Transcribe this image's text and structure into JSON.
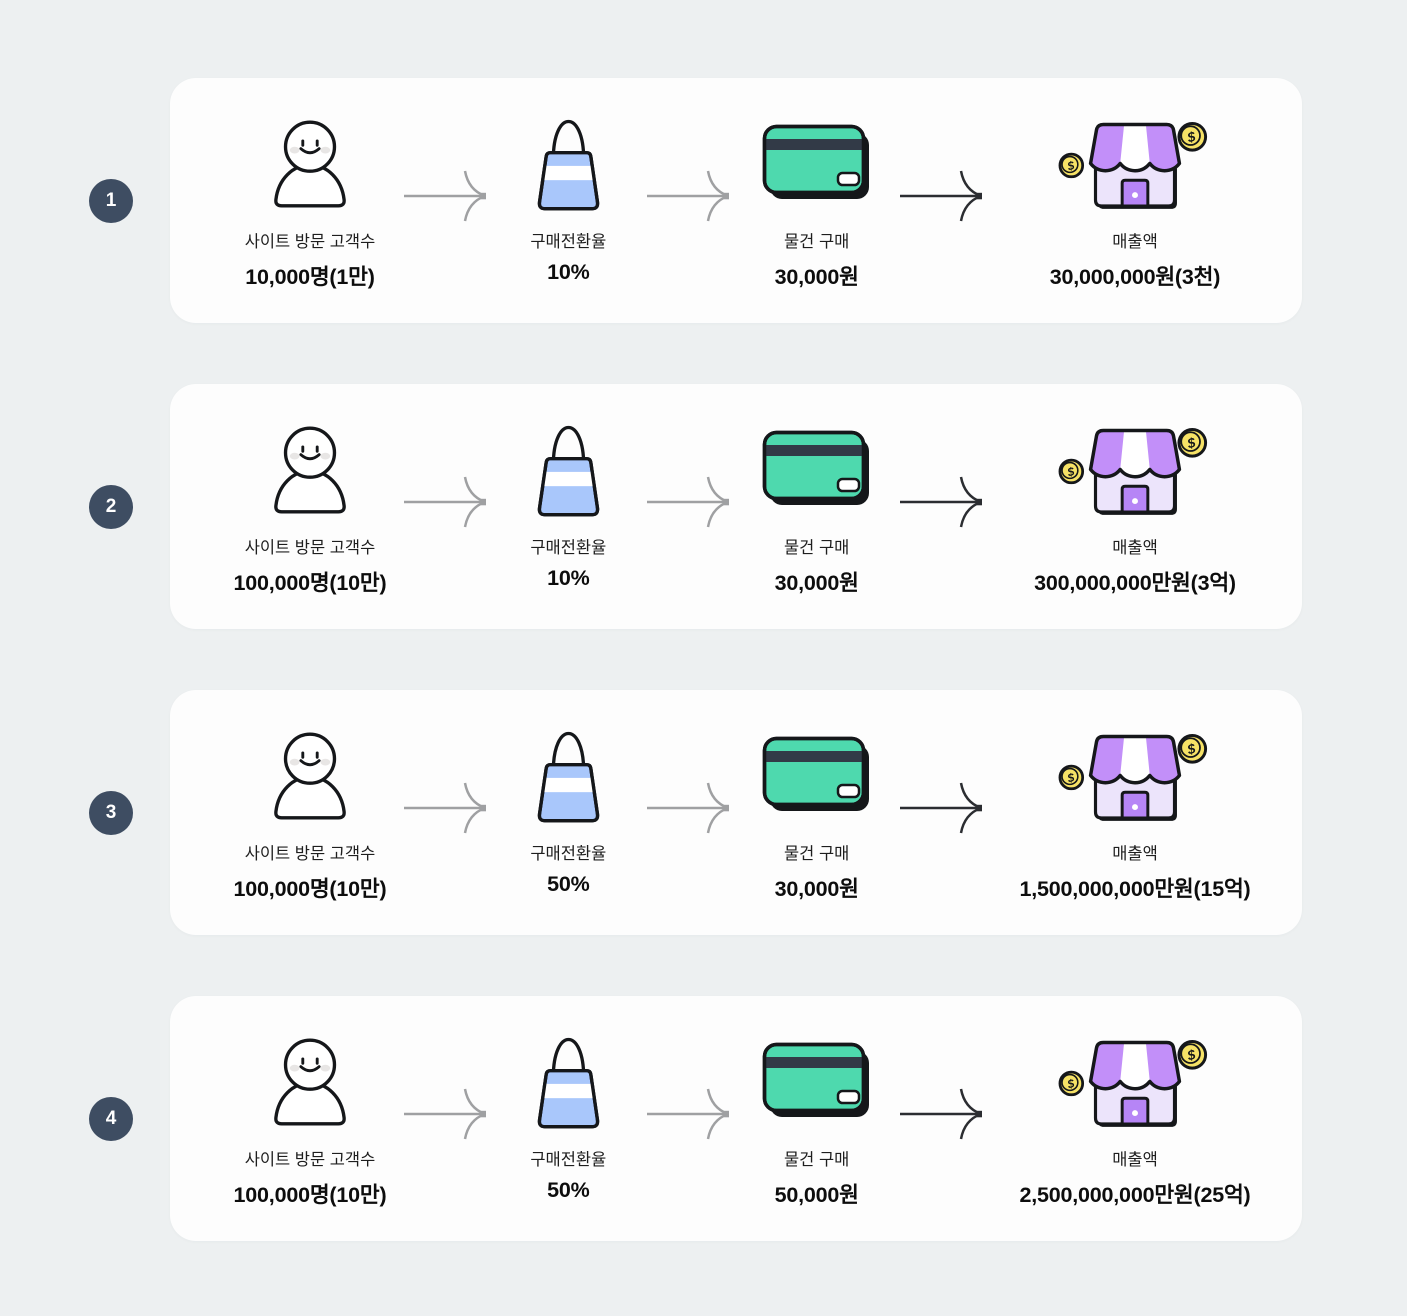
{
  "colors": {
    "page_bg": "#edf0f1",
    "card_bg": "#fdfdfd",
    "badge_bg": "#3e4d62",
    "credit_card_mint": "#4ed9ae",
    "credit_card_stripe": "#323a47",
    "bag_blue": "#a9c7fb",
    "store_awning_purple": "#c28ff9",
    "store_body_lavender": "#ece4fb",
    "store_door_purple": "#b685f6",
    "coin_yellow": "#f6e266",
    "arrow_gray": "#9fa0a2",
    "arrow_dark": "#2b2d31",
    "outline_black": "#15171a"
  },
  "rows": [
    {
      "badge": "1",
      "steps": [
        {
          "icon": "person-icon",
          "label": "사이트 방문 고객수",
          "value": "10,000명(1만)"
        },
        {
          "icon": "shopping-bag-icon",
          "label": "구매전환율",
          "value": "10%"
        },
        {
          "icon": "credit-card-icon",
          "label": "물건 구매",
          "value": "30,000원"
        },
        {
          "icon": "store-icon",
          "label": "매출액",
          "value": "30,000,000원(3천)"
        }
      ]
    },
    {
      "badge": "2",
      "steps": [
        {
          "icon": "person-icon",
          "label": "사이트 방문 고객수",
          "value": "100,000명(10만)"
        },
        {
          "icon": "shopping-bag-icon",
          "label": "구매전환율",
          "value": "10%"
        },
        {
          "icon": "credit-card-icon",
          "label": "물건 구매",
          "value": "30,000원"
        },
        {
          "icon": "store-icon",
          "label": "매출액",
          "value": "300,000,000만원(3억)"
        }
      ]
    },
    {
      "badge": "3",
      "steps": [
        {
          "icon": "person-icon",
          "label": "사이트 방문 고객수",
          "value": "100,000명(10만)"
        },
        {
          "icon": "shopping-bag-icon",
          "label": "구매전환율",
          "value": "50%"
        },
        {
          "icon": "credit-card-icon",
          "label": "물건 구매",
          "value": "30,000원"
        },
        {
          "icon": "store-icon",
          "label": "매출액",
          "value": "1,500,000,000만원(15억)"
        }
      ]
    },
    {
      "badge": "4",
      "steps": [
        {
          "icon": "person-icon",
          "label": "사이트 방문 고객수",
          "value": "100,000명(10만)"
        },
        {
          "icon": "shopping-bag-icon",
          "label": "구매전환율",
          "value": "50%"
        },
        {
          "icon": "credit-card-icon",
          "label": "물건 구매",
          "value": "50,000원"
        },
        {
          "icon": "store-icon",
          "label": "매출액",
          "value": "2,500,000,000만원(25억)"
        }
      ]
    }
  ]
}
